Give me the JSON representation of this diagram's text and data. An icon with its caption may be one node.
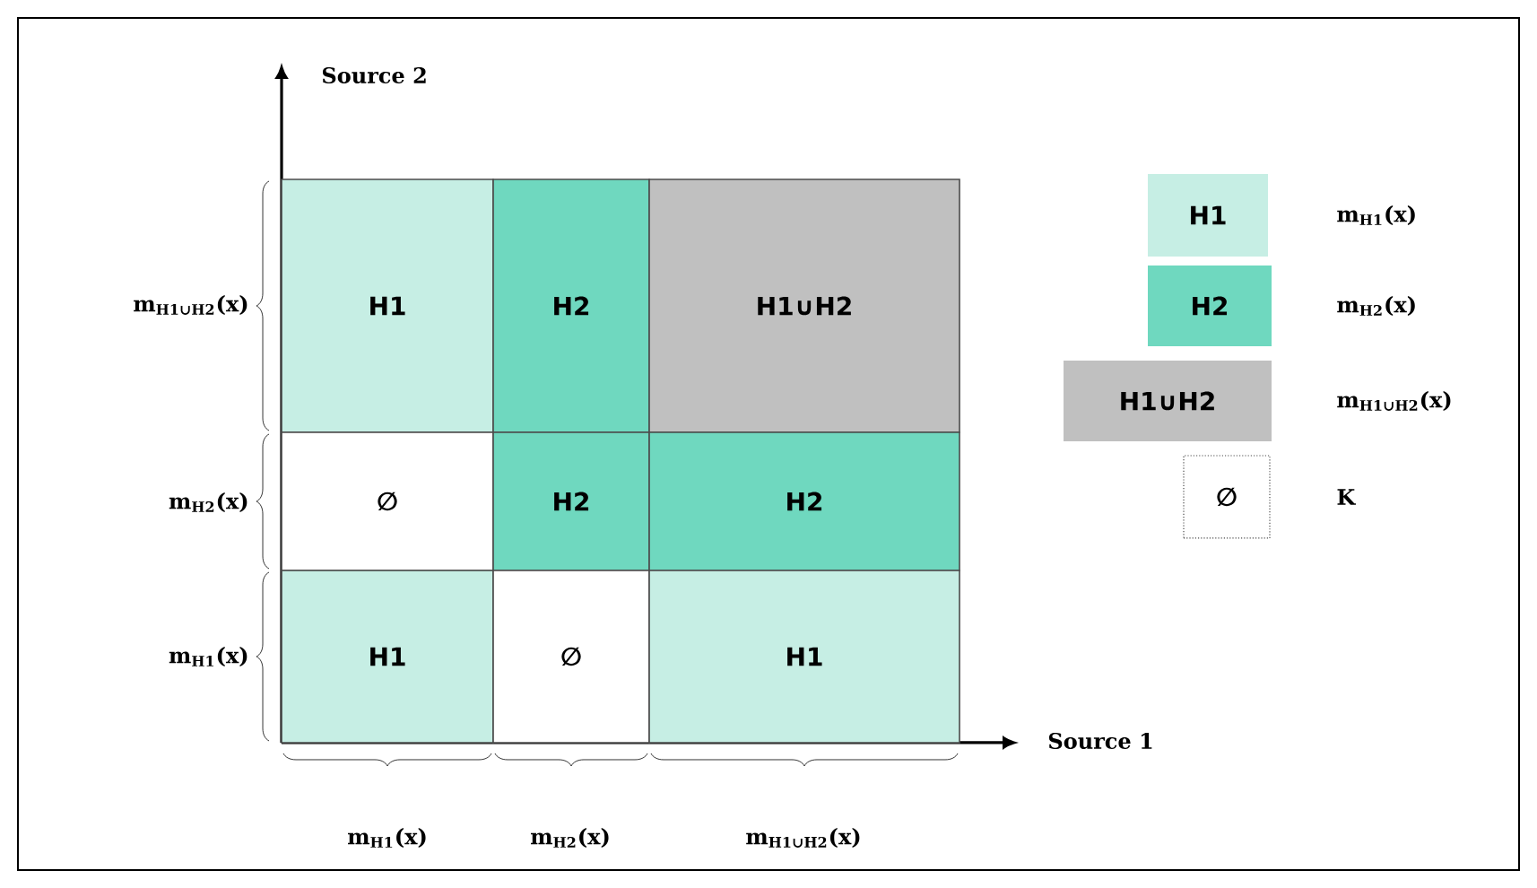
{
  "diagram": {
    "nodes": [
      {
        "text": [
          "H1"
        ]
      },
      {
        "text": [
          "H2"
        ]
      },
      {
        "text": [
          "H1∪H2"
        ]
      },
      {
        "text": [
          "∅"
        ]
      },
      {
        "text": [
          "H2"
        ]
      },
      {
        "text": [
          "H2"
        ]
      },
      {
        "text": [
          "H1"
        ]
      },
      {
        "text": [
          "∅"
        ]
      },
      {
        "text": [
          "H1"
        ]
      },
      {
        "text": [
          "H1"
        ],
        "beside": [
          "m$_{H1}$(x)"
        ]
      },
      {
        "text": [
          "H2"
        ],
        "beside": [
          "m$_{H2}$(x)"
        ]
      },
      {
        "text": [
          "H1∪H2"
        ],
        "beside": [
          "m$_{H1∪H2}$(x)"
        ]
      },
      {
        "text": [
          "∅"
        ],
        "beside": [
          "K"
        ]
      }
    ],
    "labels": [
      "Source 2",
      "m$_{H1∪H2}$(x)",
      "m$_{H2}$(x)",
      "m$_{H1}$(x)",
      "Source 1",
      "m$_{H1}$(x)",
      "m$_{H2}$(x)",
      "m$_{H1∪H2}$(x)"
    ]
  }
}
